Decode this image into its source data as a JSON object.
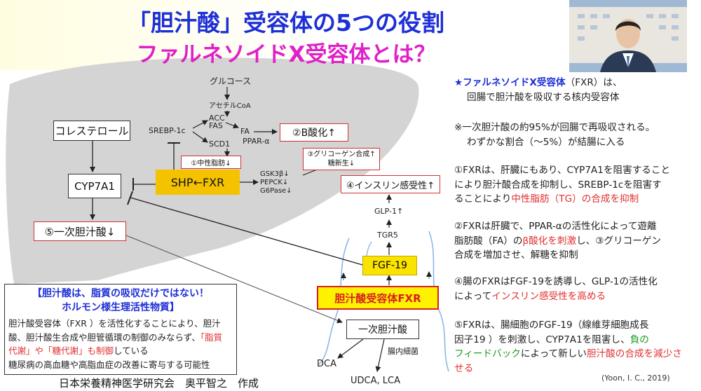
{
  "title": {
    "line1": "「胆汁酸」受容体の5つの役割",
    "line2": "ファルネソイドX受容体とは？"
  },
  "diagram": {
    "glucose": "グルコース",
    "acetyl_coa": "アセチルCoA",
    "acc": "ACC",
    "fas": "FAS",
    "fa": "FA",
    "scd1": "SCD1",
    "srebp": "SREBP-1c",
    "ppar": "PPAR-α",
    "beta_oxidation": "②Β酸化↑",
    "neutral_fat": "①中性脂肪↓",
    "glycogen_line1": "③グリコーゲン合成↑",
    "glycogen_line2": "糖新生↓",
    "gsk": "GSK3β↓",
    "pepck": "PEPCK↓",
    "g6pase": "G6Pase↓",
    "insulin": "④インスリン感受性↑",
    "glp1": "GLP-1↑",
    "tgr5": "TGR5",
    "fgf19": "FGF-19",
    "fxr_receptor": "胆汁酸受容体FXR",
    "primary_bile_small": "一次胆汁酸",
    "gut_bacteria": "腸内細菌",
    "dca": "DCA",
    "udca": "UDCA, LCA",
    "cholesterol": "コレステロール",
    "cyp7a1": "CYP7A1",
    "shp_fxr": "SHP←FXR",
    "primary_bile": "⑤一次胆汁酸↓"
  },
  "infobox": {
    "heading1": "【胆汁酸は、脂質の吸収だけではない！",
    "heading2": "ホルモン様生理活性物質】",
    "line1": "胆汁酸受容体（FXR ）を活性化することにより、胆汁",
    "line2": "酸、胆汁酸生合成や胆管循環の制御のみならず、",
    "line2_red": "「脂質",
    "line3_red": "代謝」や「糖代謝」も制御",
    "line3": "している",
    "line4": "糖尿病の高血糖や高脂血症の改善に寄与する可能性"
  },
  "credit": "日本栄養精神医学研究会　奥平智之　作成",
  "right_panel": {
    "p1_star": "★ファルネソイドX受容体",
    "p1_rest": "（FXR）は、",
    "p1_line2": "回腸で胆汁酸を吸収する核内受容体",
    "p2_line1": "※一次胆汁酸の約95%が回腸で再吸収される。",
    "p2_line2": "わずかな割合（～5%）が結腸に入る",
    "p3_line1": "①FXRは、肝臓にもあり、CYP7A1を阻害すること",
    "p3_line2": "により胆汁酸合成を抑制し、SREBP-1cを阻害す",
    "p3_line3a": "ることにより",
    "p3_line3_red": "中性脂肪（TG）の合成を抑制",
    "p4_line1": "②FXRは肝臓で、PPAR-αの活性化によって遊離",
    "p4_line2a": "脂肪酸（FA）の",
    "p4_line2_red": "β酸化を刺激",
    "p4_line2b": "し、③グリコーゲン",
    "p4_line3": "合成を増加させ、解糖を抑制",
    "p5_line1": "④腸のFXRはFGF-19を誘導し、GLP-1の活性化",
    "p5_line2a": "によって",
    "p5_line2_red": "インスリン感受性を高める",
    "p6_line1": "⑤FXRは、腸細胞のFGF-19（線維芽細胞成長",
    "p6_line2a": "因子19 ）を刺激し、CYP7A1を阻害し、",
    "p6_line2_green": "負の",
    "p6_line3_green": "フィードバック",
    "p6_line3b": "によって新しい",
    "p6_line3_red": "胆汁酸の合成を減少さ",
    "p6_line4_red": "せる",
    "citation": "(Yoon, I. C., 2019)"
  },
  "colors": {
    "title_blue": "#1d2fd6",
    "title_magenta": "#e020c8",
    "shp_fill": "#f5c200",
    "fxr_fill": "#fff200",
    "accent_red": "#d62020",
    "liver_gray": "#cfcfcf"
  }
}
